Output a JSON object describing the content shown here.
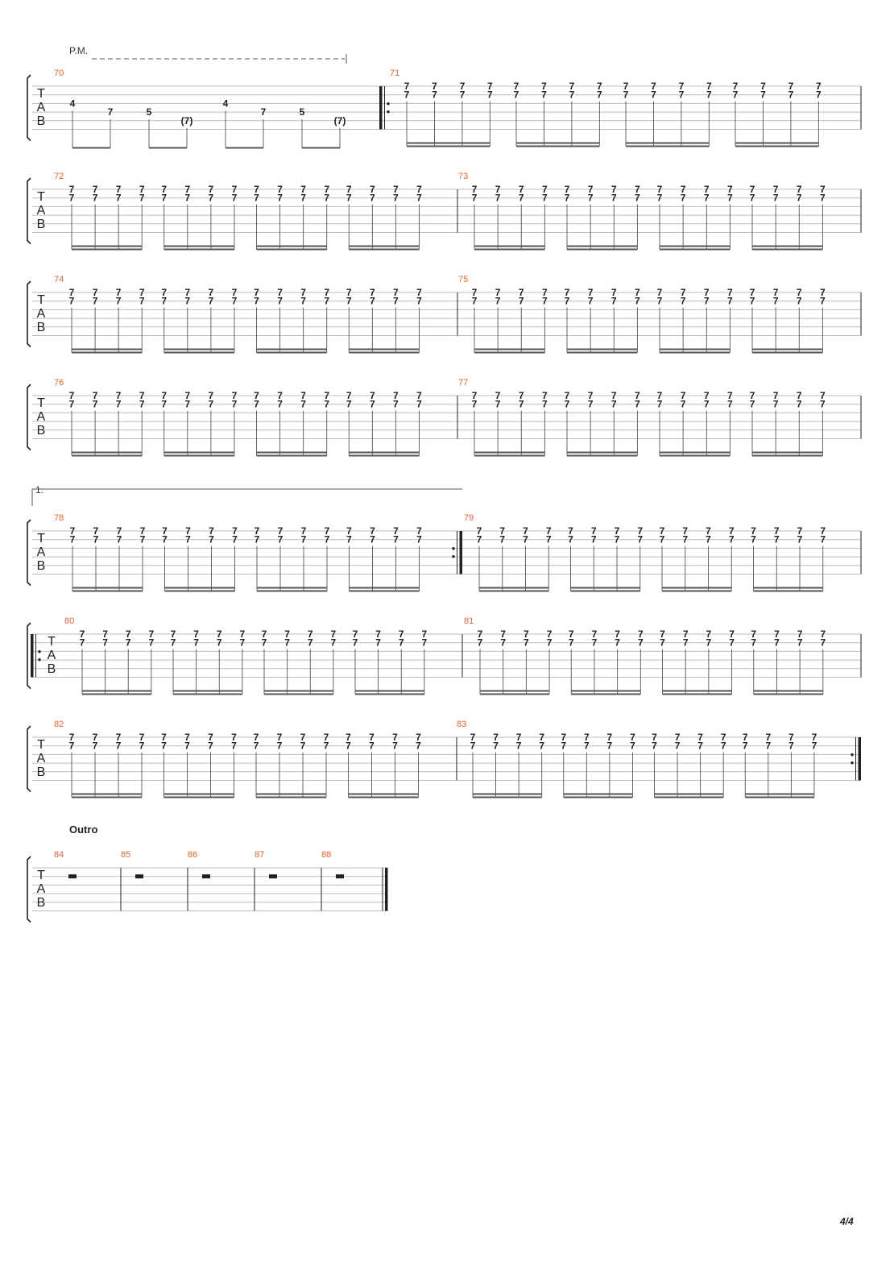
{
  "palm_mute_label": "P.M.",
  "tab_letters": [
    "T",
    "A",
    "B"
  ],
  "volta_label": "1.",
  "outro_label": "Outro",
  "page_number": "4/4",
  "colors": {
    "measure_number": "#e8622a",
    "ink": "#222222",
    "staff_line": "#bdbdbd"
  },
  "repeated_fret": "7",
  "systems": [
    {
      "measures": [
        {
          "number": "70",
          "notes": [
            {
              "fret": "4",
              "string": 3
            },
            {
              "fret": "7",
              "string": 4
            },
            {
              "fret": "5",
              "string": 4
            },
            {
              "fret": "(7)",
              "string": 5
            },
            {
              "fret": "4",
              "string": 3
            },
            {
              "fret": "7",
              "string": 4
            },
            {
              "fret": "5",
              "string": 4
            },
            {
              "fret": "(7)",
              "string": 5
            }
          ]
        },
        {
          "number": "71",
          "pattern": "power-chord-16ths",
          "repeat_start": true
        }
      ]
    },
    {
      "measures": [
        {
          "number": "72",
          "pattern": "power-chord-16ths"
        },
        {
          "number": "73",
          "pattern": "power-chord-16ths"
        }
      ]
    },
    {
      "measures": [
        {
          "number": "74",
          "pattern": "power-chord-16ths"
        },
        {
          "number": "75",
          "pattern": "power-chord-16ths"
        }
      ]
    },
    {
      "measures": [
        {
          "number": "76",
          "pattern": "power-chord-16ths"
        },
        {
          "number": "77",
          "pattern": "power-chord-16ths"
        }
      ]
    },
    {
      "measures": [
        {
          "number": "78",
          "pattern": "power-chord-16ths",
          "repeat_end": true
        },
        {
          "number": "79",
          "pattern": "power-chord-16ths"
        }
      ]
    },
    {
      "measures": [
        {
          "number": "80",
          "pattern": "power-chord-16ths",
          "repeat_start": true
        },
        {
          "number": "81",
          "pattern": "power-chord-16ths"
        }
      ]
    },
    {
      "measures": [
        {
          "number": "82",
          "pattern": "power-chord-16ths"
        },
        {
          "number": "83",
          "pattern": "power-chord-16ths",
          "repeat_end": true
        }
      ]
    },
    {
      "measures": [
        {
          "number": "84",
          "rest": true
        },
        {
          "number": "85",
          "rest": true
        },
        {
          "number": "86",
          "rest": true
        },
        {
          "number": "87",
          "rest": true
        },
        {
          "number": "88",
          "rest": true,
          "final": true
        }
      ]
    }
  ]
}
